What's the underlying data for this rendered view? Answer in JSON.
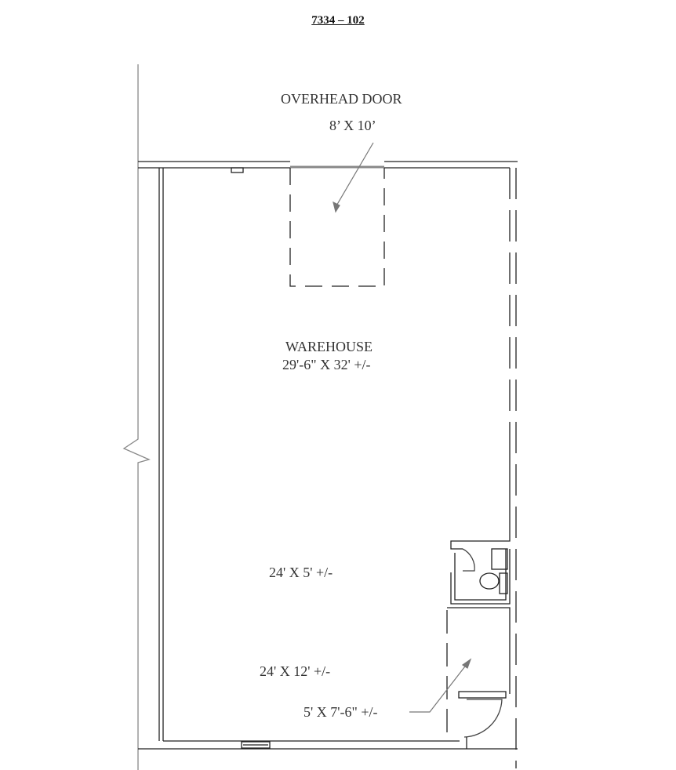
{
  "title": "7334 – 102",
  "labels": {
    "overhead_door": "OVERHEAD DOOR",
    "overhead_door_size": "8’ X 10’",
    "warehouse": "WAREHOUSE",
    "warehouse_size": "29'-6\" X 32' +/-",
    "area_1": "24' X 5' +/-",
    "area_2": "24' X 12' +/-",
    "area_3": "5' X 7'-6\" +/-"
  },
  "colors": {
    "wall": "#222222",
    "leader": "#777777",
    "dash": "#222222"
  }
}
